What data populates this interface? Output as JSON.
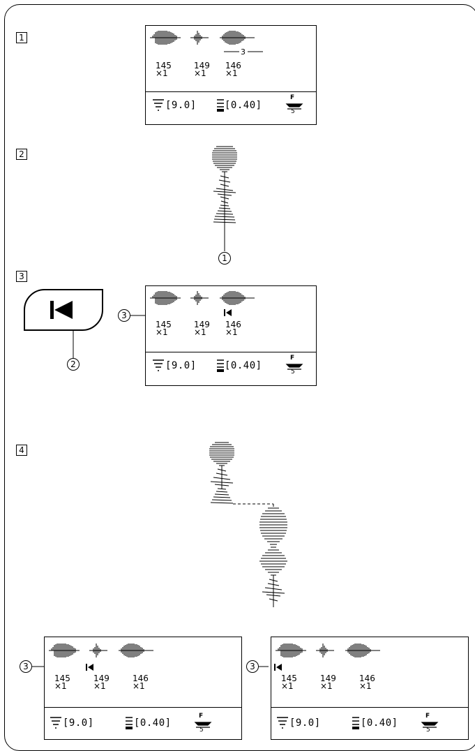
{
  "steps": [
    "1",
    "2",
    "3",
    "4"
  ],
  "lcd": {
    "patterns": [
      {
        "number": "145",
        "count": "×1"
      },
      {
        "number": "149",
        "count": "×1"
      },
      {
        "number": "146",
        "count": "×1"
      }
    ],
    "group_label": "3",
    "tension": "[9.0]",
    "length": "[0.40]",
    "foot_letter": "F",
    "foot_number": "5"
  },
  "callouts": {
    "sewn_stitch": "1",
    "key": "2",
    "cursor": "3"
  }
}
